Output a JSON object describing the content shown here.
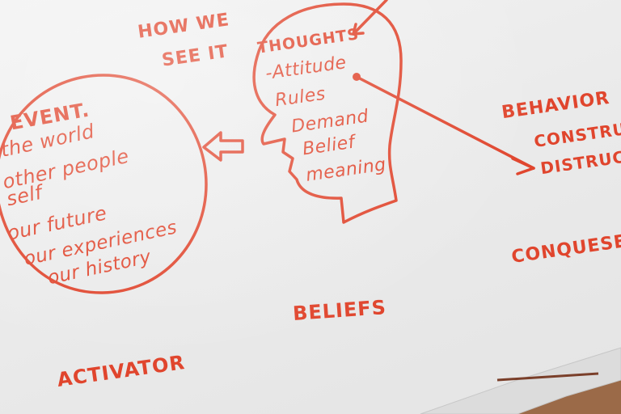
{
  "colors": {
    "ink": "#e0452d",
    "paper": "#ededed",
    "table": "#8a5a3c"
  },
  "how_we_see_it": [
    "HOW WE",
    "SEE IT"
  ],
  "event_circle": {
    "title": "EVENT.",
    "lines": [
      "the world",
      "other people",
      "self",
      "our future",
      "our experiences",
      "our history"
    ]
  },
  "head": {
    "title": "THOUGHTS",
    "lines": [
      "-Attitude",
      "Rules",
      "Demand",
      "Belief",
      "meaning"
    ]
  },
  "behavior": [
    "BEHAVIOR",
    "CONSTRU",
    "DISTRUCT"
  ],
  "labels": {
    "conquest": "CONQUESE",
    "beliefs": "BELIEFS",
    "activator": "ACTIVATOR"
  }
}
